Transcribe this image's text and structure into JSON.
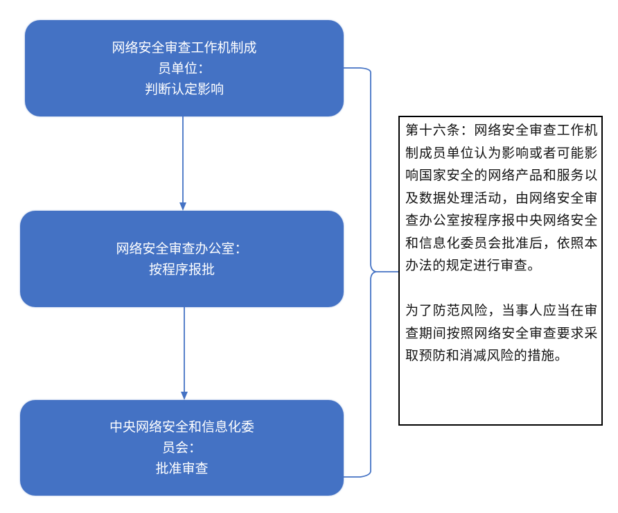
{
  "diagram": {
    "nodes": [
      {
        "id": "member-units",
        "lines": [
          "网络安全审查工作机制成",
          "员单位：",
          "判断认定影响"
        ]
      },
      {
        "id": "review-office",
        "lines": [
          "网络安全审查办公室：",
          "按程序报批"
        ]
      },
      {
        "id": "central-committee",
        "lines": [
          "中央网络安全和信息化委",
          "员会：",
          "批准审查"
        ]
      }
    ],
    "edges": [
      {
        "from": "member-units",
        "to": "review-office"
      },
      {
        "from": "review-office",
        "to": "central-committee"
      }
    ],
    "note": {
      "paragraphs": [
        "第十六条：网络安全审查工作机制成员单位认为影响或者可能影响国家安全的网络产品和服务以及数据处理活动，由网络安全审查办公室按程序报中央网络安全和信息化委员会批准后，依照本办法的规定进行审查。",
        "为了防范风险，当事人应当在审查期间按照网络安全审查要求采取预防和消减风险的措施。"
      ]
    },
    "colors": {
      "node_fill": "#4472C4",
      "node_text": "#FFFFFF",
      "connector": "#4472C4",
      "note_border": "#000000"
    }
  }
}
